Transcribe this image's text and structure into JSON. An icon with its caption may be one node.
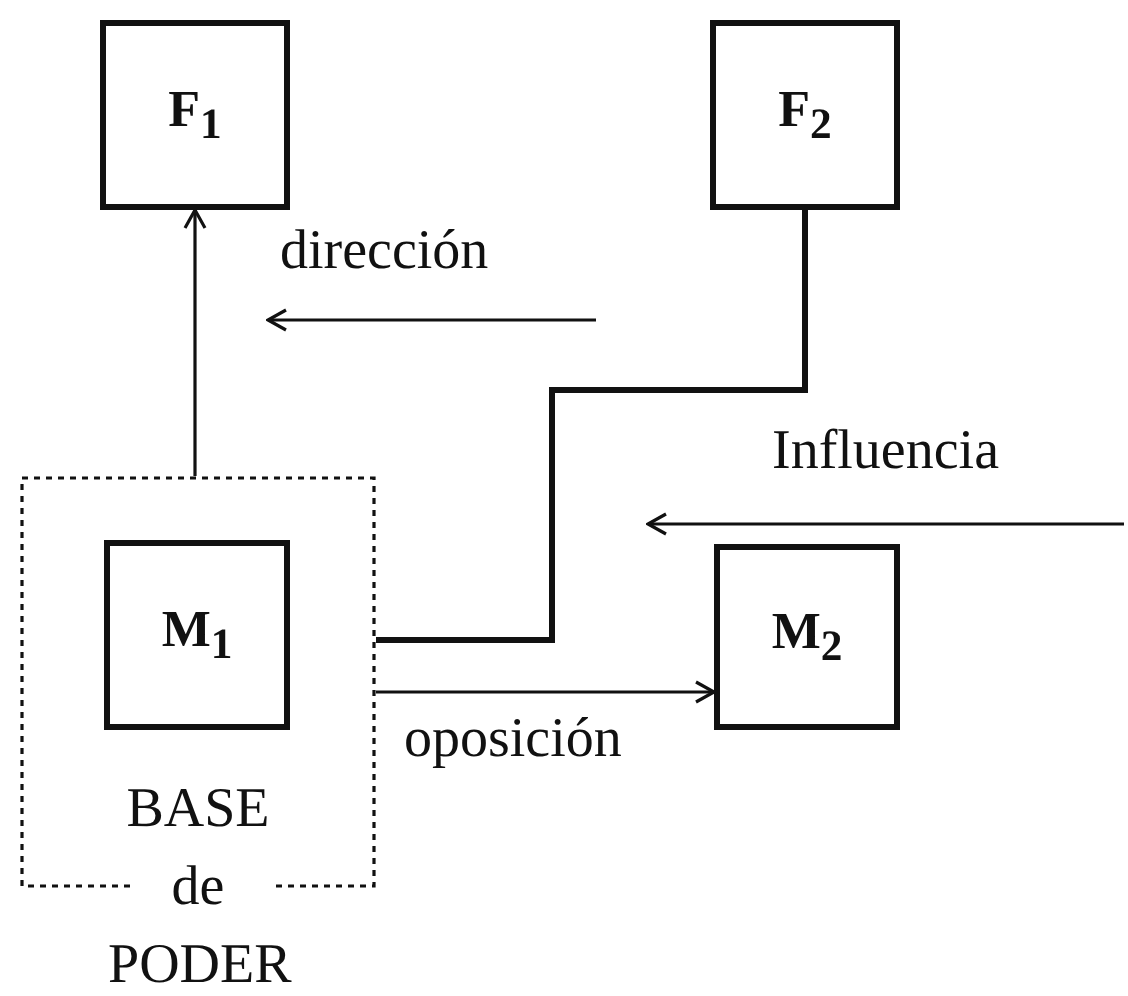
{
  "diagram": {
    "nodes": [
      {
        "text": [
          "F$_{1}$"
        ]
      },
      {
        "text": [
          "F$_{2}$"
        ]
      },
      {
        "text": [
          "BASE de PODER"
        ]
      },
      {
        "text": [
          "M$_{1}$"
        ],
        "in": 2
      },
      {
        "text": [
          "M$_{2}$"
        ]
      }
    ],
    "edges": [
      {
        "from": 2,
        "to": 0,
        "arrow": "to"
      },
      {
        "from": 1,
        "to": 2,
        "arrow": "none"
      },
      {
        "from": 2,
        "to": 4,
        "arrow": "to",
        "label": "oposición"
      }
    ],
    "labels": [
      "dirección",
      "Influencia"
    ]
  }
}
